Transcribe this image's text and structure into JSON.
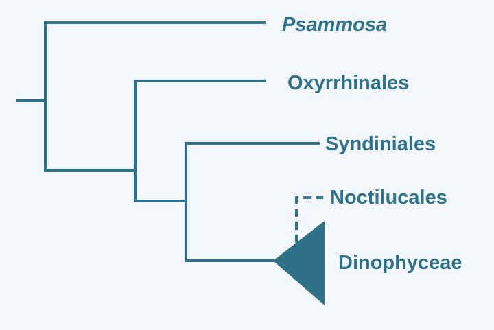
{
  "tree": {
    "color": "#2e7189",
    "background": "#f3f7fb",
    "taxa": {
      "psammosa": "Psammosa",
      "oxyrrhinales": "Oxyrrhinales",
      "syndiniales": "Syndiniales",
      "noctilucales": "Noctilucales",
      "dinophyceae": "Dinophyceae"
    }
  }
}
